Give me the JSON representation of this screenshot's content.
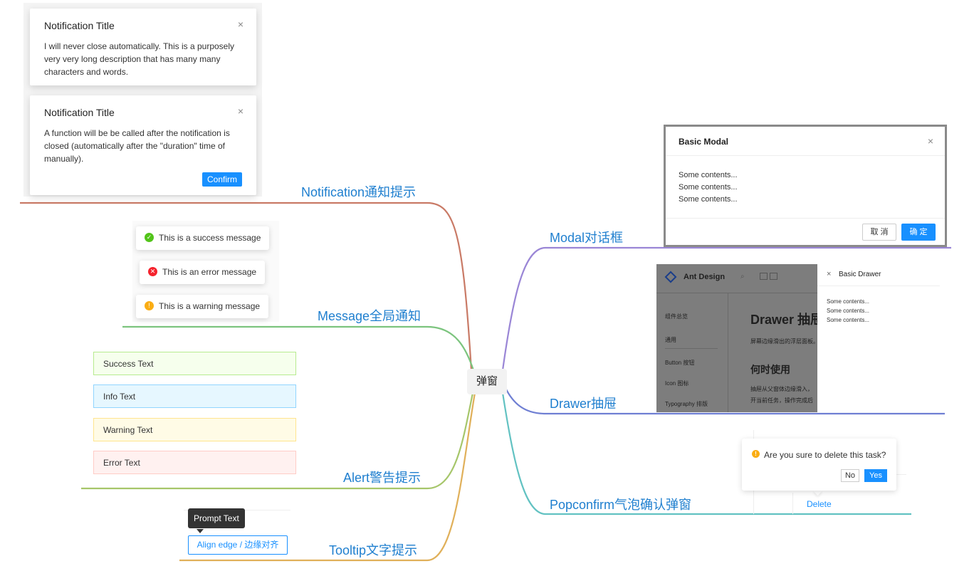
{
  "center": "弹窗",
  "colors": {
    "notification": "#c97a66",
    "message": "#7cc47e",
    "alert": "#a6c66a",
    "tooltip": "#e0b05a",
    "modal": "#9a86d6",
    "drawer": "#6f7fd3",
    "popconfirm": "#62c2c2",
    "label": "#1f7fcf",
    "primary": "#1890ff"
  },
  "branches": {
    "notification": "Notification通知提示",
    "message": "Message全局通知",
    "alert": "Alert警告提示",
    "tooltip": "Tooltip文字提示",
    "modal": "Modal对话框",
    "drawer": "Drawer抽屉",
    "popconfirm": "Popconfirm气泡确认弹窗"
  },
  "notifications": [
    {
      "title": "Notification Title",
      "description": "I will never close automatically. This is a purposely very very long description that has many many characters and words.",
      "close": "×"
    },
    {
      "title": "Notification Title",
      "description": "A function will be be called after the notification is closed (automatically after the \"duration\" time of manually).",
      "close": "×",
      "button": "Confirm"
    }
  ],
  "messages": [
    {
      "text": "This is a success message",
      "icon": "check-circle-icon",
      "color": "#52c41a",
      "glyph": "✓"
    },
    {
      "text": "This is an error message",
      "icon": "close-circle-icon",
      "color": "#f5222d",
      "glyph": "✕"
    },
    {
      "text": "This is a warning message",
      "icon": "exclamation-circle-icon",
      "color": "#faad14",
      "glyph": "!"
    }
  ],
  "alerts": [
    {
      "text": "Success Text",
      "bg": "#f6ffed",
      "border": "#b7eb8f"
    },
    {
      "text": "Info Text",
      "bg": "#e6f7ff",
      "border": "#91d5ff"
    },
    {
      "text": "Warning Text",
      "bg": "#fffbe6",
      "border": "#ffe58f"
    },
    {
      "text": "Error Text",
      "bg": "#fff1f0",
      "border": "#ffccc7"
    }
  ],
  "tooltip": {
    "text": "Prompt Text",
    "button": "Align edge / 边缘对齐"
  },
  "modal": {
    "title": "Basic Modal",
    "close": "×",
    "contents": [
      "Some contents...",
      "Some contents...",
      "Some contents..."
    ],
    "cancel": "取 消",
    "ok": "确 定"
  },
  "drawer": {
    "logo": "Ant Design",
    "sidebar": [
      "组件总览",
      "通用",
      "Button 按钮",
      "Icon 图标",
      "Typography 排版"
    ],
    "heading": "Drawer 抽屉",
    "intro": "屏幕边缘滑出的浮层面板。",
    "subheading": "何时使用",
    "paragraph": [
      "抽屉从父窗体边缘滑入，",
      "开当前任务，操作完成后"
    ],
    "title": "Basic Drawer",
    "close": "×",
    "contents": [
      "Some contents...",
      "Some contents...",
      "Some contents..."
    ]
  },
  "popconfirm": {
    "question": "Are you sure to delete this task?",
    "no": "No",
    "yes": "Yes",
    "link": "Delete",
    "icon_color": "#faad14"
  }
}
